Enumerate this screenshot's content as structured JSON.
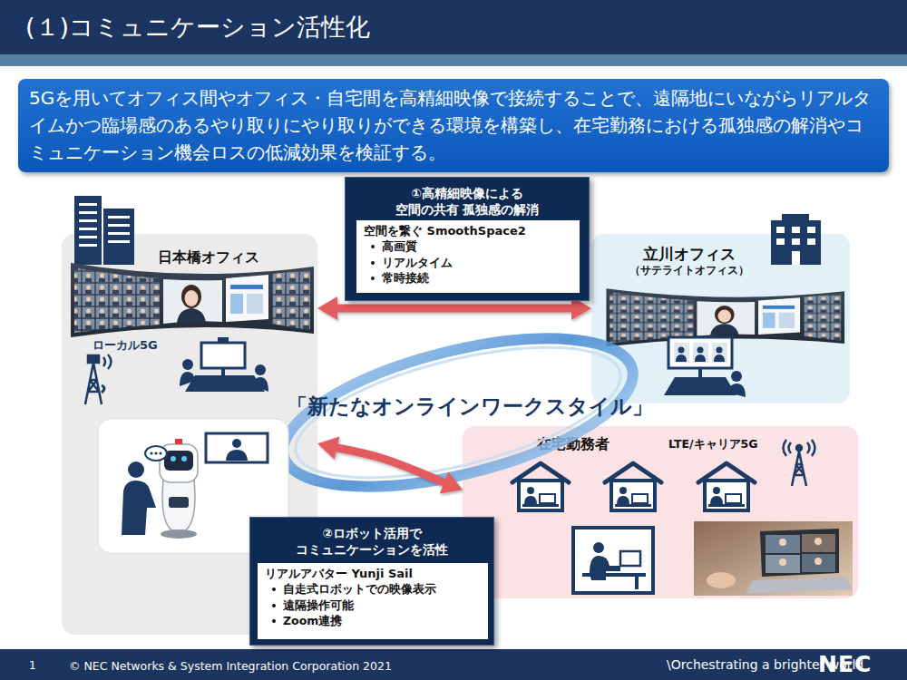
{
  "diagram": {
    "title": "(１)コミュニケーション活性化",
    "nodes": [
      {
        "text": [
          "5Gを用いてオフィス間やオフィス・自宅間を高精細映像で接続することで、遠隔地にいながらリアルタイムかつ臨場感のあるやり取りにやり取りができる環境を構築し、在宅勤務における孤独感の解消やコミュニケーション機会ロスの低減効果を検証する。"
        ]
      },
      {
        "text": [
          "①高精細映像による 空間の共有 孤独感の解消"
        ]
      },
      {
        "text": [
          "空間を繋ぐ SmoothSpace2",
          "高画質",
          "リアルタイム",
          "常時接続"
        ],
        "in": 1
      },
      {
        "text": [
          "日本橋オフィス"
        ]
      },
      {
        "text": [
          "立川オフィス",
          "（サテライトオフィス）"
        ]
      },
      {
        "text": [
          "在宅勤務者"
        ]
      },
      {
        "text": [
          "②ロボット活用で コミュニケーションを活性"
        ]
      },
      {
        "text": [
          "リアルアバター Yunji Sail",
          "自走式ロボットでの映像表示",
          "遠隔操作可能",
          "Zoom連携"
        ],
        "in": 6
      }
    ],
    "edges": [
      {
        "from": 3,
        "to": 4,
        "arrow": "both"
      },
      {
        "from": 3,
        "to": 5,
        "arrow": "both"
      }
    ],
    "labels": [
      "ローカル5G",
      "「新たなオンラインワークスタイル」",
      "LTE/キャリア5G",
      "1",
      "© NEC Networks & System Integration Corporation 2021",
      "\\Orchestrating a brighter world",
      "NEC"
    ]
  }
}
